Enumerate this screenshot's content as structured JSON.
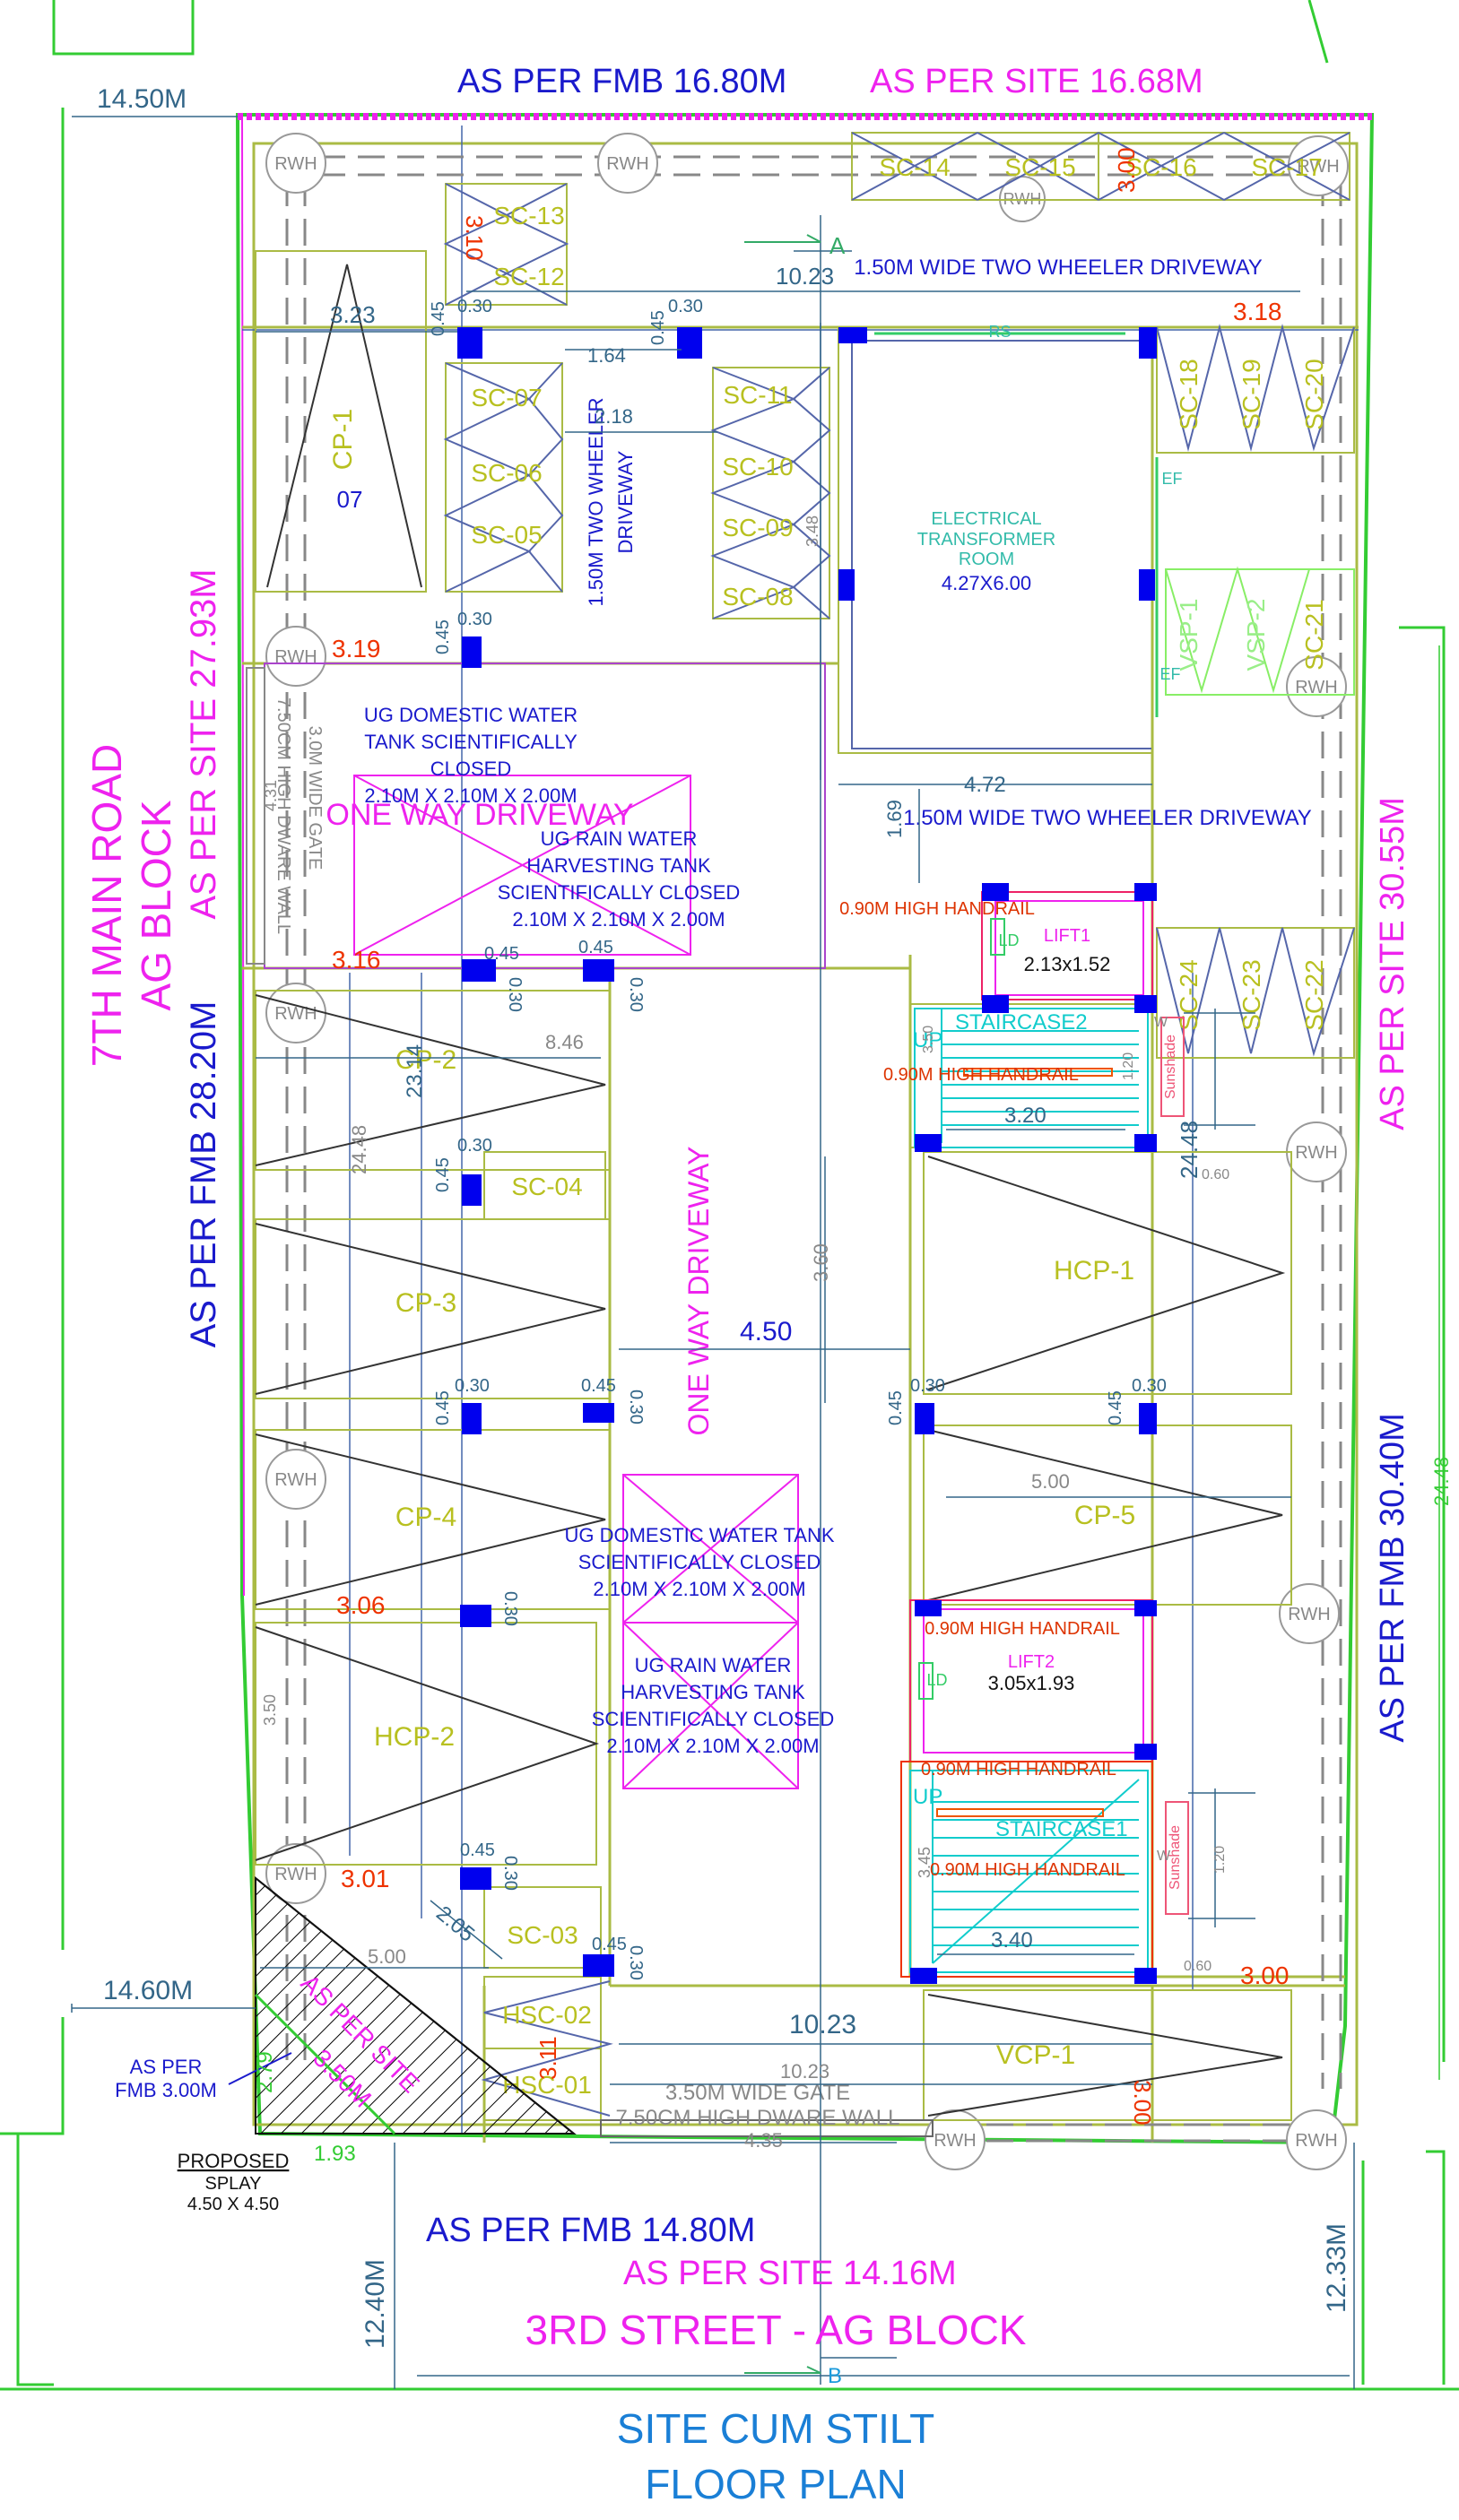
{
  "colors": {
    "boundary": "#33cc33",
    "wall": "#aabb44",
    "road_text": "#ee22ee",
    "fmb_text": "#1a1acc",
    "site_text": "#ee22ee",
    "dim": "#336688",
    "column": "#0000ee",
    "red": "#ee3300",
    "room": "#2222aa",
    "teal": "#33bbaa",
    "stair": "#11cccc",
    "title": "#1a7fd6"
  },
  "labels": {
    "top_fmb": "AS PER FMB 16.80M",
    "top_site": "AS PER SITE 16.68M",
    "left_offset_top": "14.50M",
    "left_offset_bottom": "14.60M",
    "road_left_line1": "7TH MAIN ROAD",
    "road_left_line2": "AG BLOCK",
    "left_site": "AS PER SITE 27.93M",
    "left_fmb": "AS PER FMB 28.20M",
    "right_site": "AS PER SITE 30.55M",
    "right_fmb": "AS PER FMB 30.40M",
    "right_green_dim": "24.48",
    "bottom_fmb": "AS PER FMB 14.80M",
    "bottom_site": "AS PER SITE 14.16M",
    "bottom_road": "3RD STREET - AG BLOCK",
    "bottom_left_offset": "12.40M",
    "bottom_right_offset": "12.33M",
    "title_line1": "SITE CUM STILT",
    "title_line2": "FLOOR PLAN",
    "section_a": "A",
    "section_b": "B",
    "rwh": "RWH",
    "driveway_top": "1.50M WIDE TWO WHEELER DRIVEWAY",
    "driveway_mid": "1.50M WIDE TWO WHEELER DRIVEWAY",
    "driveway_vert_line1": "1.50M TWO WHEELER",
    "driveway_vert_line2": "DRIVEWAY",
    "one_way_top": "ONE WAY DRIVEWAY",
    "one_way_vert": "ONE WAY DRIVEWAY",
    "gate_top_line1": "3.0M WIDE GATE",
    "gate_top_line2": "7.50CM HIGH DWARE WALL",
    "gate_bottom_line1": "3.50M WIDE GATE",
    "gate_bottom_line2": "7.50CM HIGH DWARE WALL",
    "transformer_line1": "ELECTRICAL",
    "transformer_line2": "TRANSFORMER",
    "transformer_line3": "ROOM",
    "transformer_size": "4.27X6.00",
    "rs": "RS",
    "ef": "EF",
    "ug_dom1_line1": "UG DOMESTIC WATER",
    "ug_dom1_line2": "TANK SCIENTIFICALLY",
    "ug_dom1_line3": "CLOSED",
    "ug_dom1_line4": "2.10M X 2.10M X 2.00M",
    "ug_rain1_line1": "UG RAIN WATER",
    "ug_rain1_line2": "HARVESTING TANK",
    "ug_rain1_line3": "SCIENTIFICALLY CLOSED",
    "ug_rain1_line4": "2.10M X 2.10M X 2.00M",
    "ug_dom2_line1": "UG DOMESTIC WATER TANK",
    "ug_dom2_line2": "SCIENTIFICALLY CLOSED",
    "ug_dom2_line3": "2.10M X 2.10M X 2.00M",
    "ug_rain2_line1": "UG RAIN WATER",
    "ug_rain2_line2": "HARVESTING TANK",
    "ug_rain2_line3": "SCIENTIFICALLY CLOSED",
    "ug_rain2_line4": "2.10M X 2.10M X 2.00M",
    "handrail": "0.90M HIGH HANDRAIL",
    "lift1": "LIFT1",
    "lift1_size": "2.13x1.52",
    "lift2": "LIFT2",
    "lift2_size": "3.05x1.93",
    "ld": "LD",
    "staircase1": "STAIRCASE1",
    "staircase2": "STAIRCASE2",
    "up": "UP",
    "sunshade": "Sunshade",
    "w": "W",
    "proposed": "PROPOSED",
    "splay": "SPLAY",
    "splay_size": "4.50 X 4.50",
    "fmb_3_line1": "AS PER",
    "fmb_3_line2": "FMB 3.00M",
    "site_splay_line1": "AS PER SITE",
    "site_splay_line2": "3.50M"
  },
  "parking": {
    "sc_top": [
      "SC-14",
      "SC-15",
      "SC-16",
      "SC-17"
    ],
    "sc_stack": [
      "SC-13",
      "SC-12"
    ],
    "sc_left": [
      "SC-07",
      "SC-06",
      "SC-05"
    ],
    "sc_mid": [
      "SC-11",
      "SC-10",
      "SC-09",
      "SC-08"
    ],
    "sc_right_top": [
      "SC-18",
      "SC-19",
      "SC-20"
    ],
    "vsp": [
      "VSP-1",
      "VSP-2",
      "SC-21"
    ],
    "sc_right_mid": [
      "SC-24",
      "SC-23",
      "SC-22"
    ],
    "sc04": "SC-04",
    "sc03": "SC-03",
    "hsc": [
      "HSC-02",
      "HSC-01"
    ],
    "cp1": "CP-1",
    "cp1_num": "07",
    "cp2": "CP-2",
    "cp3": "CP-3",
    "cp4": "CP-4",
    "cp5": "CP-5",
    "hcp1": "HCP-1",
    "hcp2": "HCP-2",
    "vcp1": "VCP-1"
  },
  "dims": {
    "d_10_23_top": "10.23",
    "d_3_23": "3.23",
    "d_0_30": "0.30",
    "d_0_45": "0.45",
    "d_1_64": "1.64",
    "d_2_18": "2.18",
    "d_3_10": "3.10",
    "d_3_00": "3.00",
    "d_3_18": "3.18",
    "d_3_19": "3.19",
    "d_3_16": "3.16",
    "d_3_06": "3.06",
    "d_3_01": "3.01",
    "d_4_72": "4.72",
    "d_1_69": "1.69",
    "d_8_46": "8.46",
    "d_23_14": "23.14",
    "d_24_48": "24.48",
    "d_3_60": "3.60",
    "d_4_50": "4.50",
    "d_5_00": "5.00",
    "d_3_20": "3.20",
    "d_3_40": "3.40",
    "d_3_48": "3.48",
    "d_4_31": "4.31",
    "d_1_20": "1.20",
    "d_0_60": "0.60",
    "d_3_50": "3.50",
    "d_3_45": "3.45",
    "d_2_05": "2.05",
    "d_10_23_bottom": "10.23",
    "d_3_11": "3.11",
    "d_4_35": "4.35",
    "d_2_79": "2.79",
    "d_1_93": "1.93"
  }
}
